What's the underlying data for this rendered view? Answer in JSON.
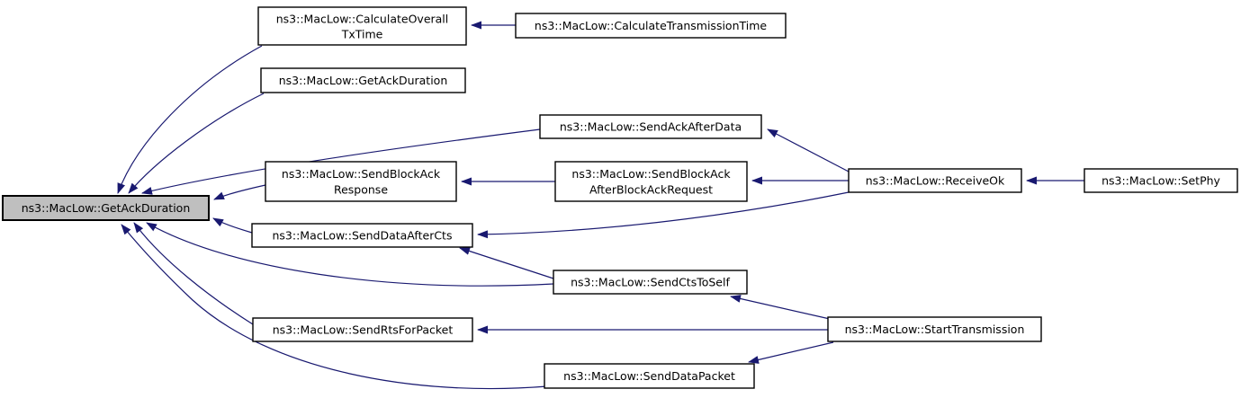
{
  "diagram": {
    "kind": "doxygen-caller-graph",
    "colors": {
      "edge": "#191970",
      "node_border": "#000000",
      "node_fill": "#ffffff",
      "highlight_node_fill": "#bfbfbf",
      "background": "#ffffff",
      "text": "#000000"
    },
    "nodes": [
      {
        "id": "get-ack-duration-main",
        "highlighted": true,
        "lines": [
          "ns3::MacLow::GetAckDuration"
        ]
      },
      {
        "id": "calculate-overall-tx-time",
        "highlighted": false,
        "lines": [
          "ns3::MacLow::CalculateOverall",
          "TxTime"
        ]
      },
      {
        "id": "calculate-transmission-time",
        "highlighted": false,
        "lines": [
          "ns3::MacLow::CalculateTransmissionTime"
        ]
      },
      {
        "id": "get-ack-duration-overload",
        "highlighted": false,
        "lines": [
          "ns3::MacLow::GetAckDuration"
        ]
      },
      {
        "id": "send-ack-after-data",
        "highlighted": false,
        "lines": [
          "ns3::MacLow::SendAckAfterData"
        ]
      },
      {
        "id": "send-block-ack-response",
        "highlighted": false,
        "lines": [
          "ns3::MacLow::SendBlockAck",
          "Response"
        ]
      },
      {
        "id": "send-block-ack-after-block-ack-request",
        "highlighted": false,
        "lines": [
          "ns3::MacLow::SendBlockAck",
          "AfterBlockAckRequest"
        ]
      },
      {
        "id": "receive-ok",
        "highlighted": false,
        "lines": [
          "ns3::MacLow::ReceiveOk"
        ]
      },
      {
        "id": "set-phy",
        "highlighted": false,
        "lines": [
          "ns3::MacLow::SetPhy"
        ]
      },
      {
        "id": "send-data-after-cts",
        "highlighted": false,
        "lines": [
          "ns3::MacLow::SendDataAfterCts"
        ]
      },
      {
        "id": "send-cts-to-self",
        "highlighted": false,
        "lines": [
          "ns3::MacLow::SendCtsToSelf"
        ]
      },
      {
        "id": "send-rts-for-packet",
        "highlighted": false,
        "lines": [
          "ns3::MacLow::SendRtsForPacket"
        ]
      },
      {
        "id": "start-transmission",
        "highlighted": false,
        "lines": [
          "ns3::MacLow::StartTransmission"
        ]
      },
      {
        "id": "send-data-packet",
        "highlighted": false,
        "lines": [
          "ns3::MacLow::SendDataPacket"
        ]
      }
    ],
    "edges": [
      {
        "from": "calculate-transmission-time",
        "to": "calculate-overall-tx-time"
      },
      {
        "from": "calculate-overall-tx-time",
        "to": "get-ack-duration-main"
      },
      {
        "from": "get-ack-duration-overload",
        "to": "get-ack-duration-main"
      },
      {
        "from": "send-ack-after-data",
        "to": "get-ack-duration-main"
      },
      {
        "from": "send-block-ack-response",
        "to": "get-ack-duration-main"
      },
      {
        "from": "send-block-ack-after-block-ack-request",
        "to": "send-block-ack-response"
      },
      {
        "from": "receive-ok",
        "to": "send-block-ack-after-block-ack-request"
      },
      {
        "from": "receive-ok",
        "to": "send-ack-after-data"
      },
      {
        "from": "receive-ok",
        "to": "send-data-after-cts"
      },
      {
        "from": "set-phy",
        "to": "receive-ok"
      },
      {
        "from": "send-data-after-cts",
        "to": "get-ack-duration-main"
      },
      {
        "from": "send-cts-to-self",
        "to": "send-data-after-cts"
      },
      {
        "from": "send-cts-to-self",
        "to": "get-ack-duration-main"
      },
      {
        "from": "start-transmission",
        "to": "send-cts-to-self"
      },
      {
        "from": "send-rts-for-packet",
        "to": "get-ack-duration-main"
      },
      {
        "from": "start-transmission",
        "to": "send-rts-for-packet"
      },
      {
        "from": "send-data-packet",
        "to": "get-ack-duration-main"
      },
      {
        "from": "start-transmission",
        "to": "send-data-packet"
      }
    ]
  }
}
